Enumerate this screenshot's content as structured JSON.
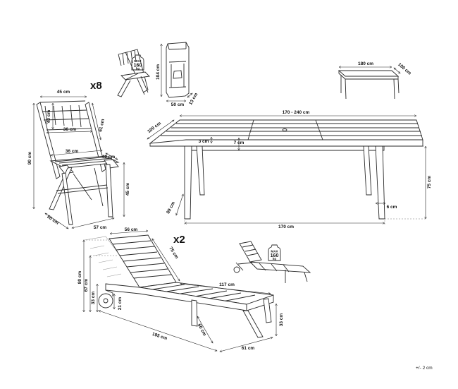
{
  "quantities": {
    "chair": "x8",
    "lounger": "x2"
  },
  "max_load": {
    "label": "MAX",
    "value": "160",
    "unit": "kg"
  },
  "chair_dims": {
    "width": "45 cm",
    "back_height": "40 cm",
    "back_span": "61 cm",
    "back_inner": "36 cm",
    "total_height": "90 cm",
    "seat_width": "36 cm",
    "seat_depth": "40 cm",
    "seat_height": "45 cm",
    "depth": "50 cm",
    "leg_depth": "57 cm"
  },
  "folded_chair_dims": {
    "height": "104 cm",
    "width": "50 cm",
    "depth": "13 cm"
  },
  "table_small_dims": {
    "length": "180 cm",
    "width": "100 cm"
  },
  "table_dims": {
    "length": "170 - 240 cm",
    "width": "100 cm",
    "top_thickness": "3 cm",
    "apron": "7 cm",
    "height": "75 cm",
    "leg_clearance": "89 cm",
    "leg_size": "6 cm",
    "base_length": "170 cm"
  },
  "lounger_dims": {
    "back_width": "56 cm",
    "back_length": "75 cm",
    "total_height": "80 cm",
    "back_height": "67 cm",
    "seat_height": "33 cm",
    "wheel": "21 cm",
    "seat_length": "117 cm",
    "length": "195 cm",
    "width_diag": "60 cm",
    "width": "61 cm",
    "front_height": "33 cm"
  },
  "tolerance": "+/- 2 cm",
  "colors": {
    "line": "#2a2a2a",
    "ghost": "#9a9a9a"
  }
}
